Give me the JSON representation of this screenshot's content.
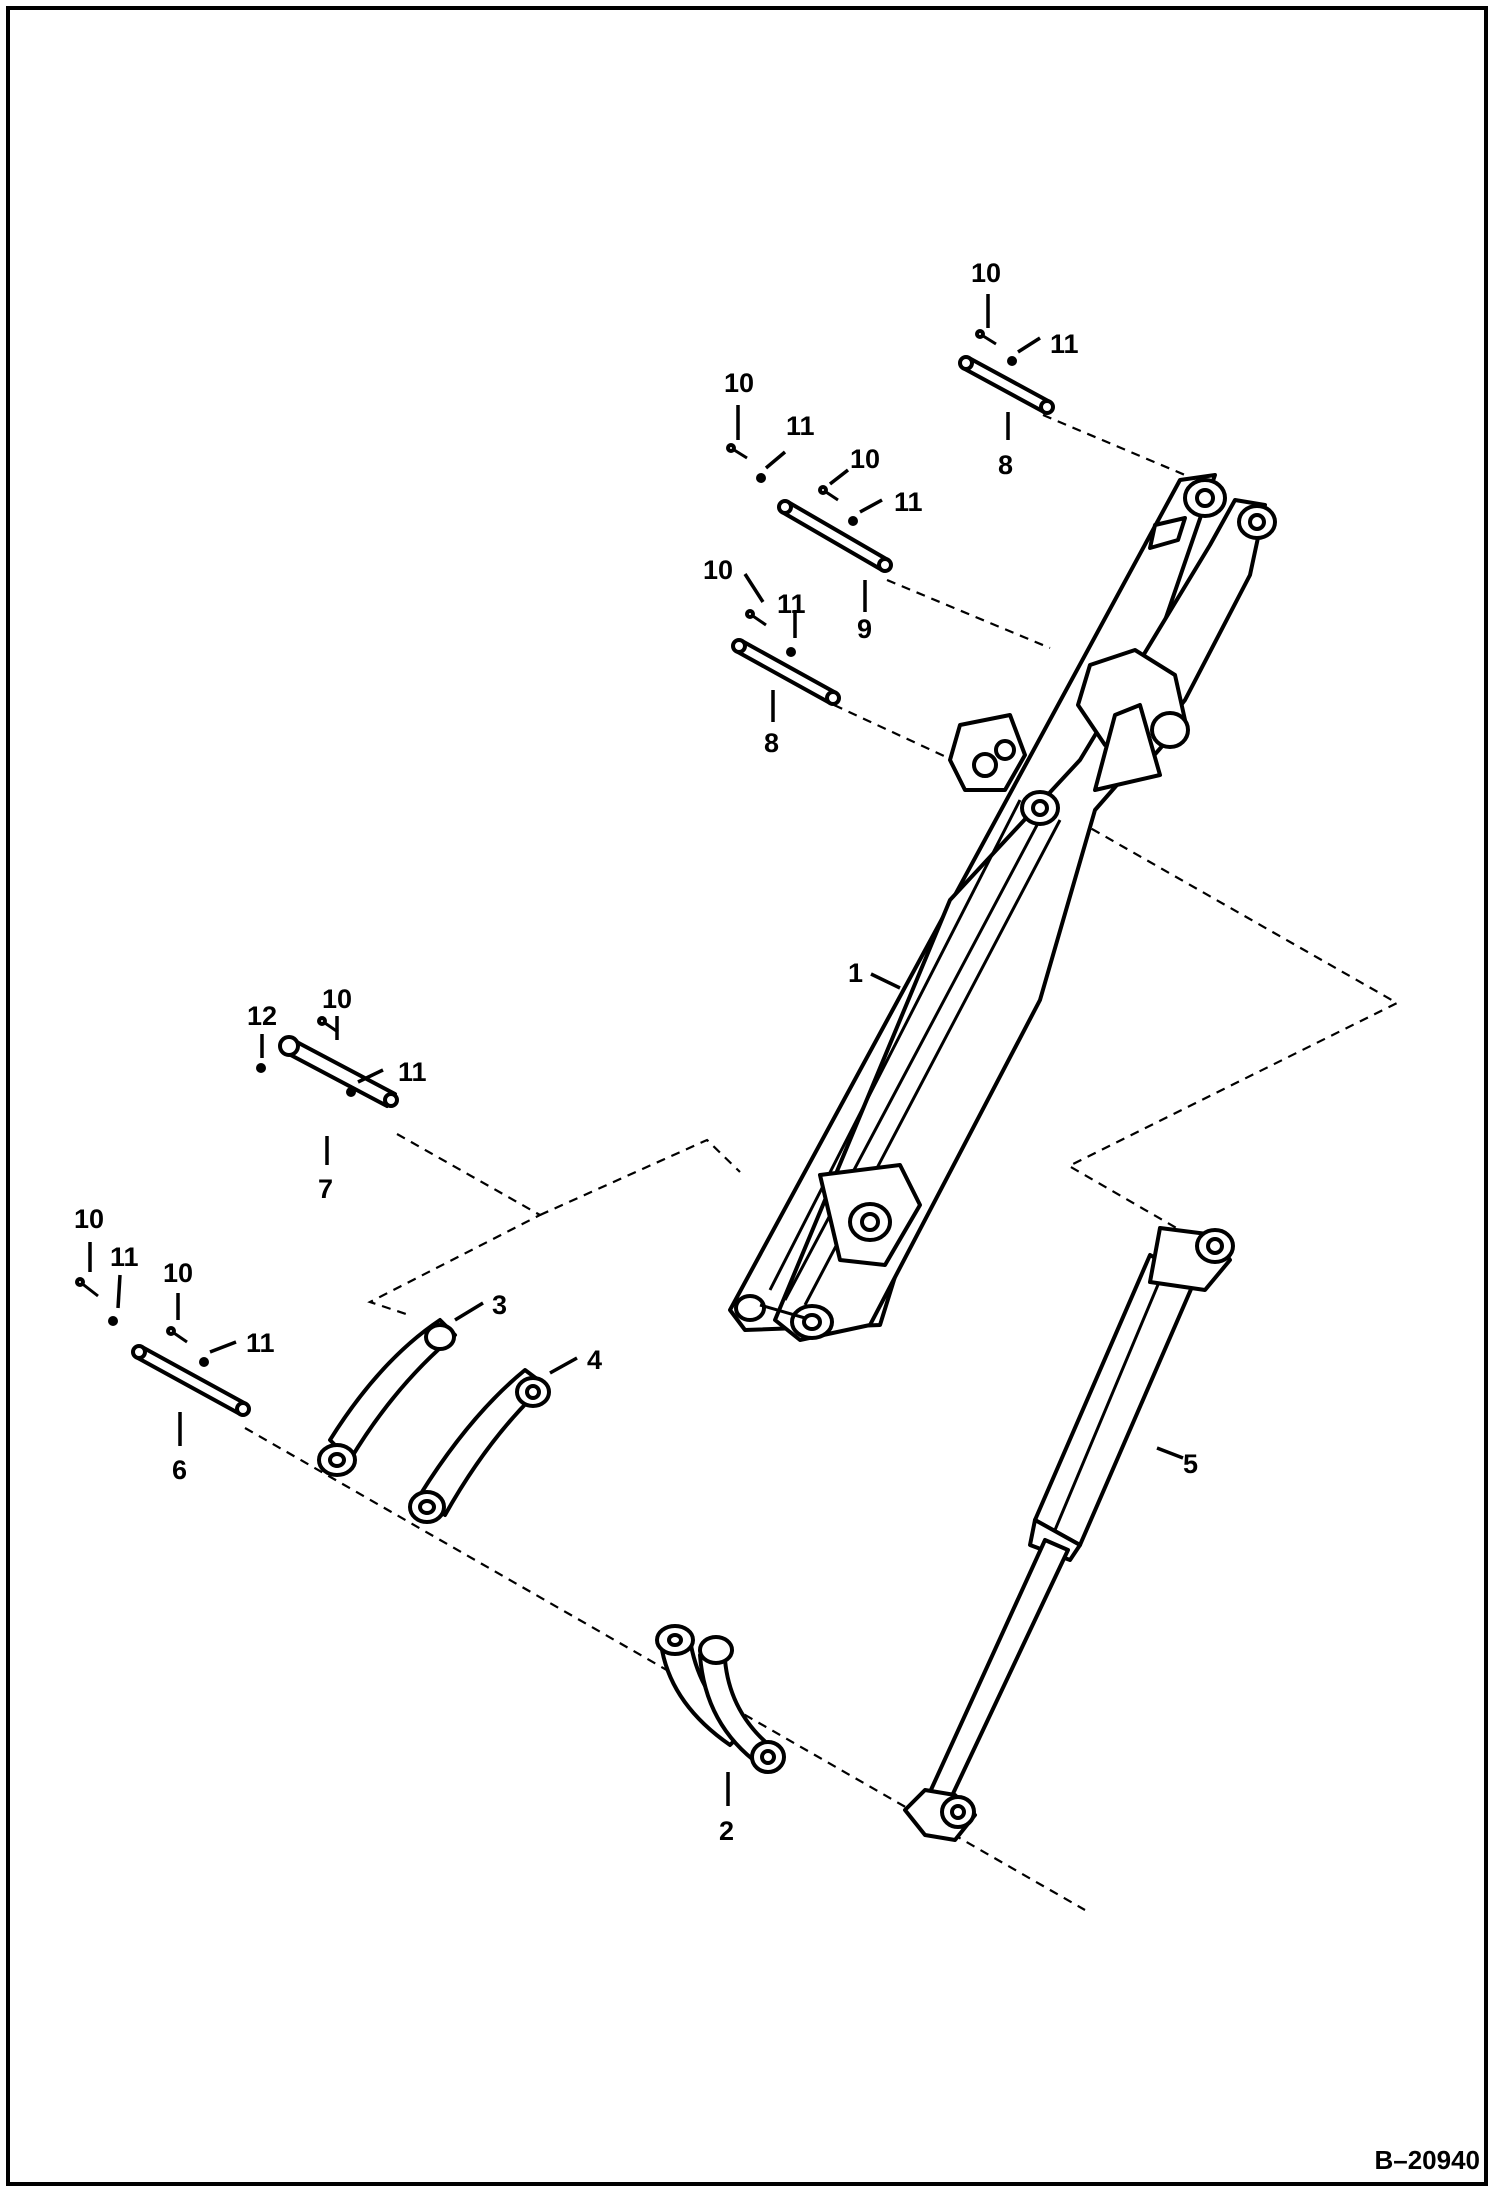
{
  "figure": {
    "id": "B–20940"
  },
  "callouts": {
    "c1": "1",
    "c2": "2",
    "c3": "3",
    "c4": "4",
    "c5": "5",
    "c6": "6",
    "c7": "7",
    "c8a": "8",
    "c8b": "8",
    "c9": "9",
    "c10a": "10",
    "c10b": "10",
    "c10c": "10",
    "c10d": "10",
    "c10e": "10",
    "c10f": "10",
    "c10g": "10",
    "c11a": "11",
    "c11b": "11",
    "c11c": "11",
    "c11d": "11",
    "c11e": "11",
    "c11f": "11",
    "c11g": "11",
    "c12": "12"
  }
}
